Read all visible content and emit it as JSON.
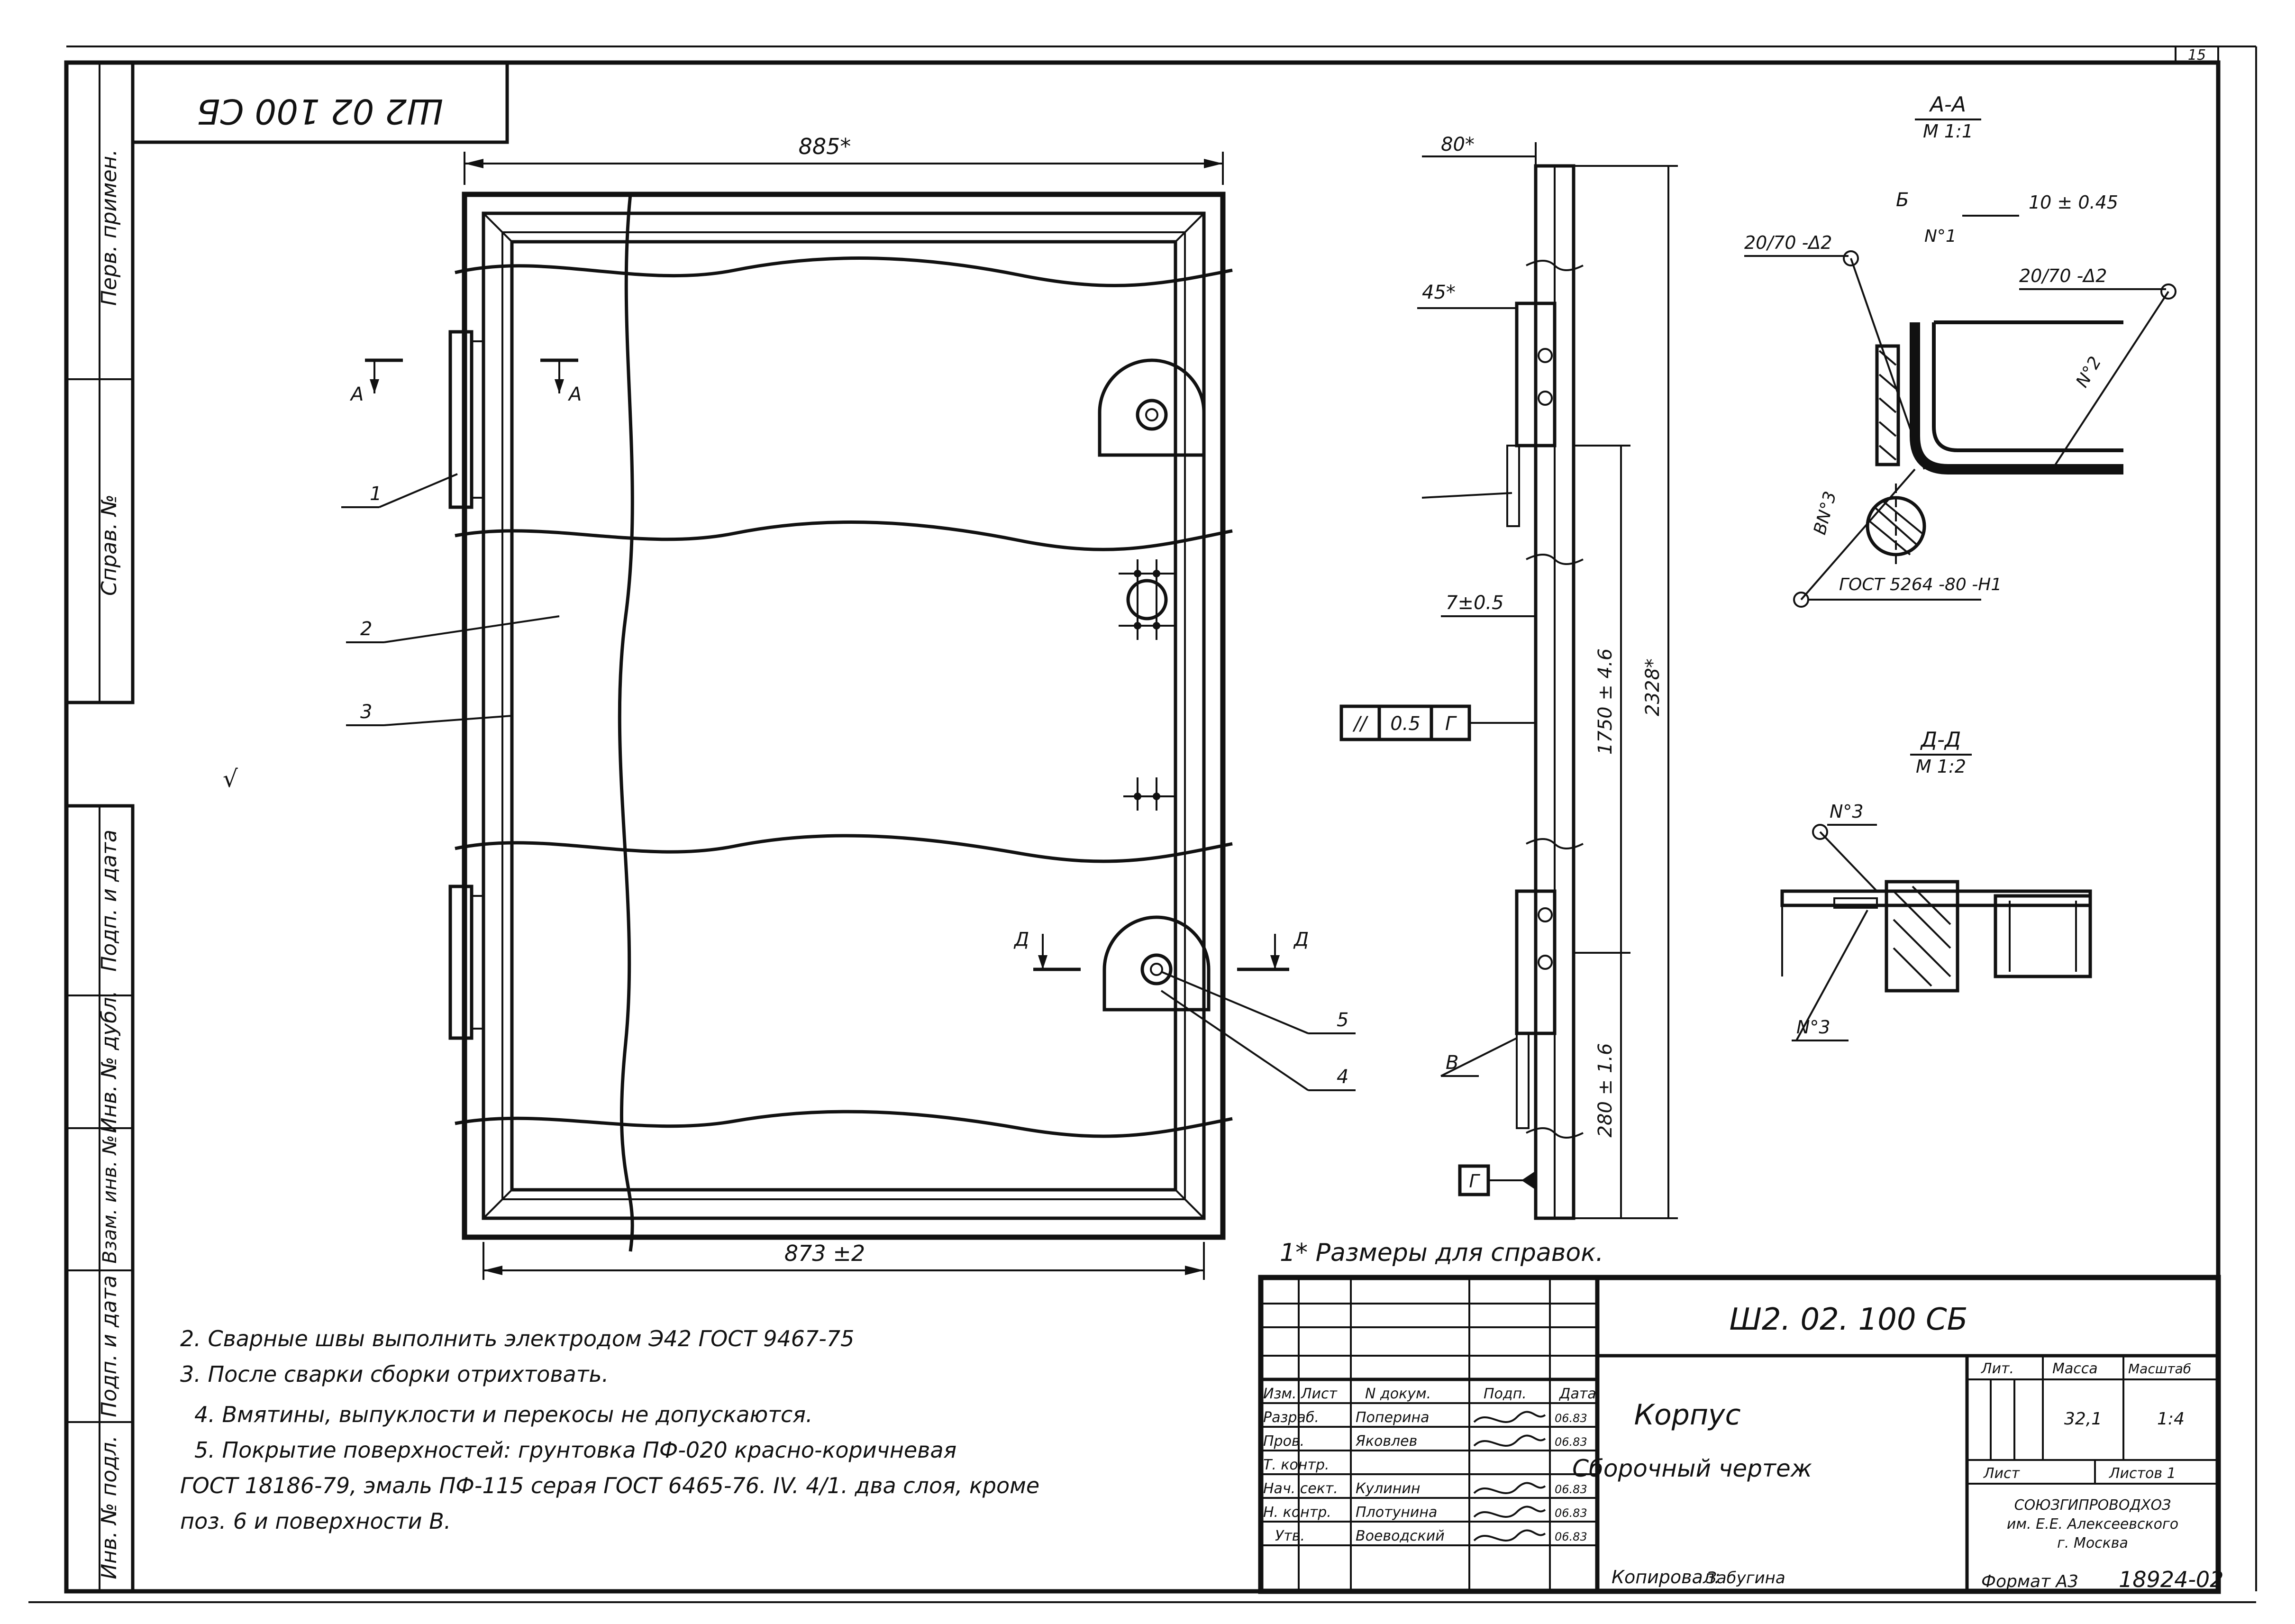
{
  "sheet_number": "15",
  "stamp_top_left": "Ш2 02 100 СБ",
  "side_labels": {
    "perv_primen": "Перв. примен.",
    "sprav_no": "Справ. №",
    "podp_i_data_1": "Подп. и дата",
    "inv_no_dubl": "Инв. № дубл.",
    "vzam_inv_no": "Взам. инв. №",
    "podp_i_data_2": "Подп. и дата",
    "inv_no_podl": "Инв. № подл."
  },
  "front_view": {
    "dim_top": "885*",
    "dim_bottom": "873 ±2",
    "leaders": [
      "1",
      "2",
      "3",
      "4",
      "5"
    ],
    "section_a": "А",
    "section_d": "Д",
    "roughness_mark": "√"
  },
  "side_view": {
    "dim_top": "80*",
    "dim_45": "45*",
    "dim_7": "7±0.5",
    "dim_1750": "1750 ± 4.6",
    "dim_2328": "2328*",
    "dim_280": "280 ± 1.6",
    "tolerance_frame": [
      "//",
      "0.5",
      "Г"
    ],
    "label_v": "В",
    "datum_g": "Г"
  },
  "section_aa": {
    "title": "А-А",
    "scale": "М 1:1",
    "label_b": "Б",
    "dim_10": "10 ± 0.45",
    "weld_left": "20/70 -Δ2",
    "weld_right": "20/70 -Δ2",
    "n1": "N°1",
    "n2": "N°2",
    "n3": "ВN°3",
    "gost": "ГОСТ 5264 -80 -Н1"
  },
  "section_dd": {
    "title": "Д-Д",
    "scale": "М 1:2",
    "n3_top": "N°3",
    "n3_bottom": "N°3"
  },
  "reference_note": "1* Размеры для справок.",
  "notes": [
    "2. Сварные швы выполнить электродом Э42 ГОСТ 9467-75",
    "3. После сварки сборки отрихтовать.",
    "4. Вмятины, выпуклости и перекосы не допускаются.",
    "5. Покрытие поверхностей: грунтовка ПФ-020 красно-коричневая",
    "ГОСТ 18186-79, эмаль ПФ-115 серая ГОСТ 6465-76. IV. 4/1. два слоя, кроме",
    "поз. 6 и поверхности В."
  ],
  "title_block": {
    "designation": "Ш2. 02. 100 СБ",
    "name": "Корпус",
    "doc_type": "Сборочный чертеж",
    "col_headers": [
      "Изм.",
      "Лист",
      "N докум.",
      "Подп.",
      "Дата"
    ],
    "roles": [
      {
        "role": "Разраб.",
        "name": "Поперина",
        "date": "06.83"
      },
      {
        "role": "Пров.",
        "name": "Яковлев",
        "date": "06.83"
      },
      {
        "role": "Т. контр.",
        "name": "",
        "date": ""
      },
      {
        "role": "Нач. сект.",
        "name": "Кулинин",
        "date": "06.83"
      },
      {
        "role": "Н. контр.",
        "name": "Плотунина",
        "date": "06.83"
      },
      {
        "role": "Утв.",
        "name": "Воеводский",
        "date": "06.83"
      }
    ],
    "lit_label": "Лит.",
    "mass_label": "Масса",
    "scale_label": "Масштаб",
    "mass_value": "32,1",
    "scale_value": "1:4",
    "sheet_label": "Лист",
    "sheets_label": "Листов 1",
    "org_line1": "СОЮЗГИПРОВОДХОЗ",
    "org_line2": "им. Е.Е. Алексеевского",
    "org_line3": "г. Москва"
  },
  "bottom_strip": {
    "copied": "Копировал:",
    "copier": "Забугина",
    "format": "Формат А3",
    "archive_no": "18924-02"
  }
}
